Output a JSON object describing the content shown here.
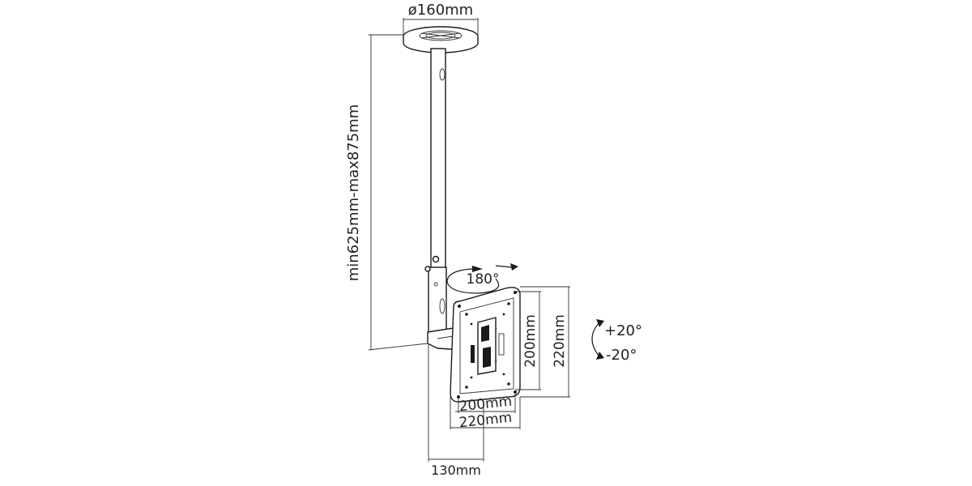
{
  "diagram": {
    "top_diameter": "ø160mm",
    "height_range": "min625mm-max875mm",
    "rotation": "180°",
    "plate_inner_width": "200mm",
    "plate_outer_width": "220mm",
    "plate_inner_height": "200mm",
    "plate_outer_height": "220mm",
    "tilt_up": "+20°",
    "tilt_down": "-20°",
    "depth": "130mm"
  },
  "colors": {
    "line": "#1a1a1a",
    "background": "#ffffff"
  }
}
